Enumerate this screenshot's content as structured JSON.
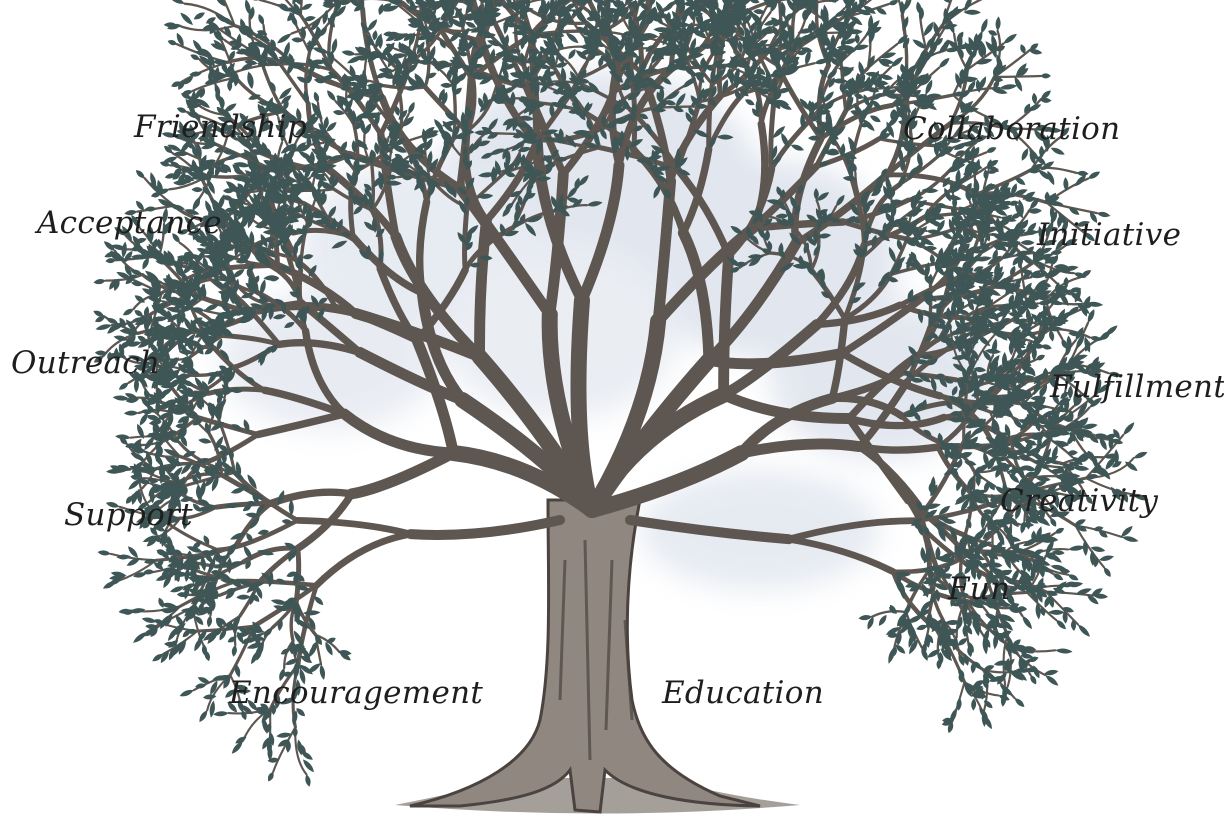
{
  "diagram": {
    "words": {
      "friendship": "Friendship",
      "collaboration": "Collaboration",
      "acceptance": "Acceptance",
      "initiative": "Initiative",
      "outreach": "Outreach",
      "fulfillment": "Fulfillment",
      "support": "Support",
      "creativity": "Creativity",
      "fun": "Fun",
      "encouragement": "Encouragement",
      "education": "Education"
    },
    "colors": {
      "trunk": "#8f8780",
      "trunk_shadow": "#4a433f",
      "branch": "#5e5650",
      "leaf": "#3f5656",
      "foliage_haze": "#c9d2e2"
    },
    "illustration": "tree-illustration"
  }
}
